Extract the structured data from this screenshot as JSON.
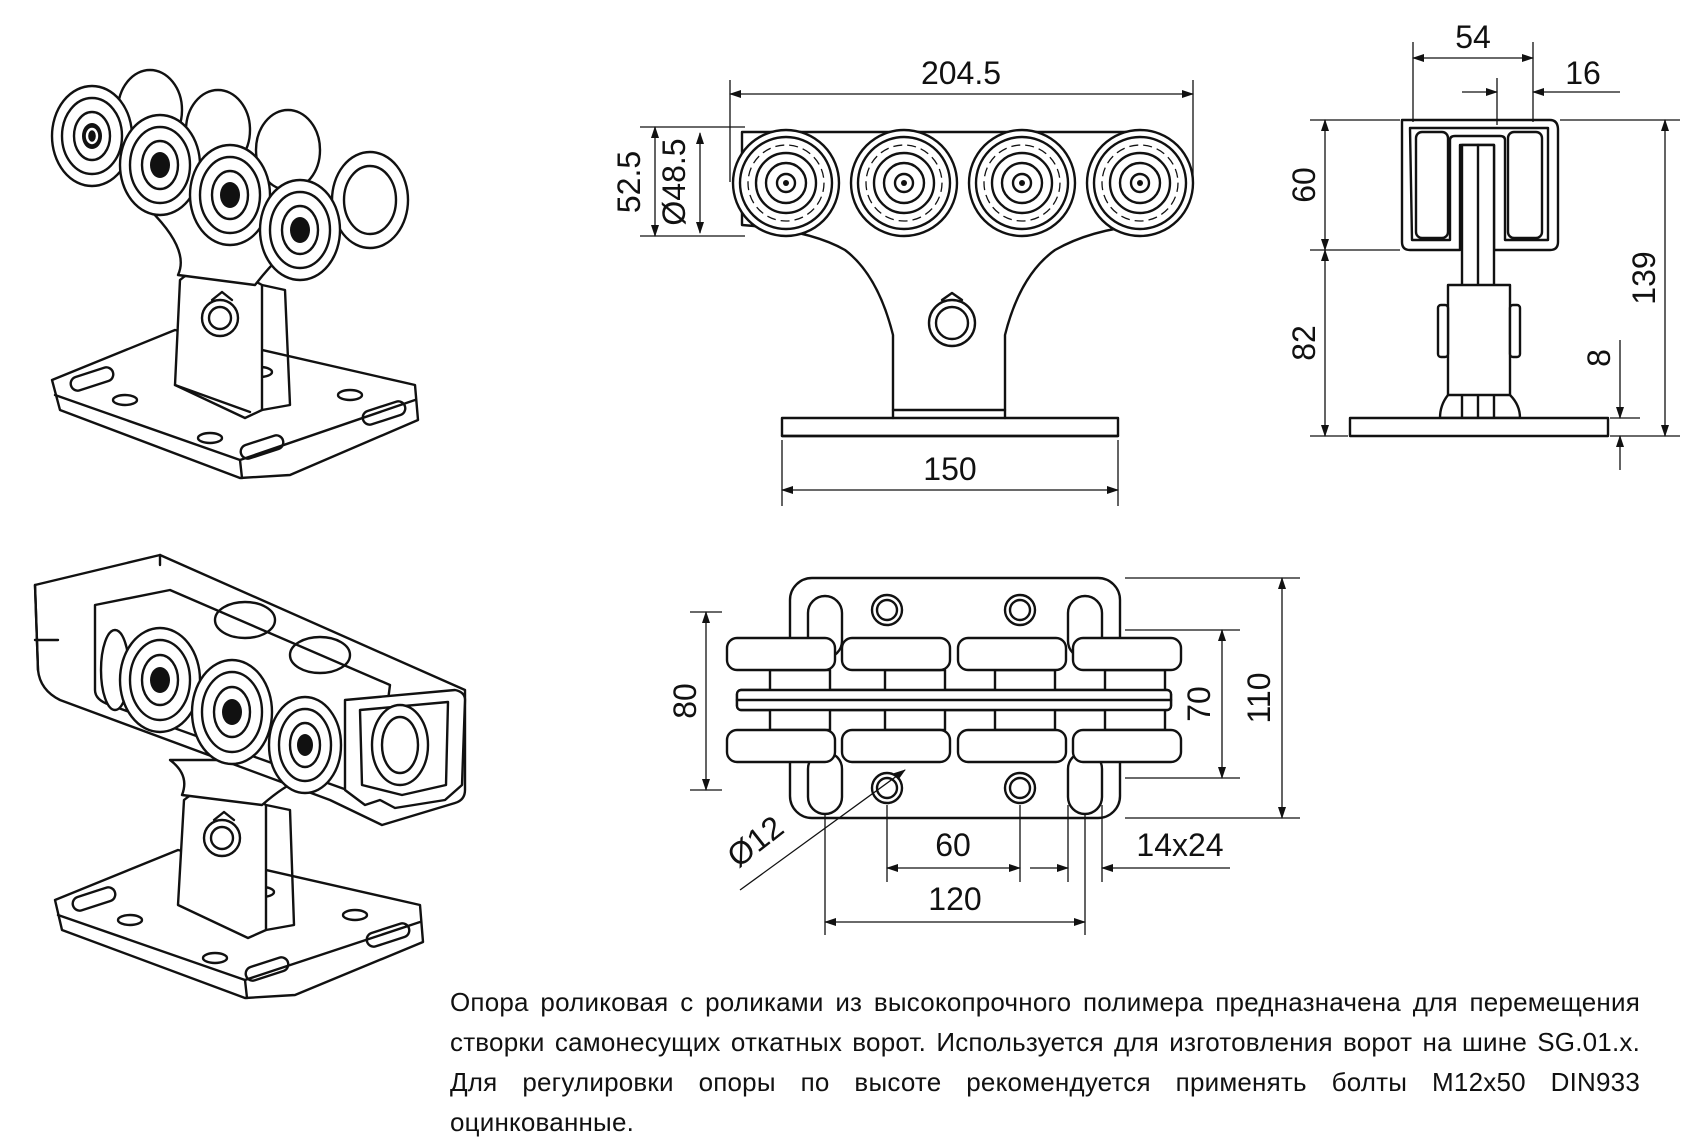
{
  "front_view": {
    "overall_length": "204.5",
    "height": "52.5",
    "wheel_diameter": "Ø48.5",
    "base_length": "150"
  },
  "side_view": {
    "overall_width": "54",
    "channel_width": "16",
    "upper_height": "60",
    "lower_height": "82",
    "total_height": "139",
    "plate_thickness": "8"
  },
  "top_view": {
    "roller_span": "80",
    "inner_width": "70",
    "plate_width": "110",
    "hole_diameter": "Ø12",
    "hole_spacing": "60",
    "slot_spacing": "120",
    "slot_size": "14x24"
  },
  "description": "Опора роликовая с роликами из высокопрочного полимера предназначена для перемещения створки самонесущих откатных ворот. Используется для изготовления ворот на шине SG.01.x. Для регулировки опоры по высоте рекомендуется применять болты М12х50 DIN933 оцинкованные."
}
